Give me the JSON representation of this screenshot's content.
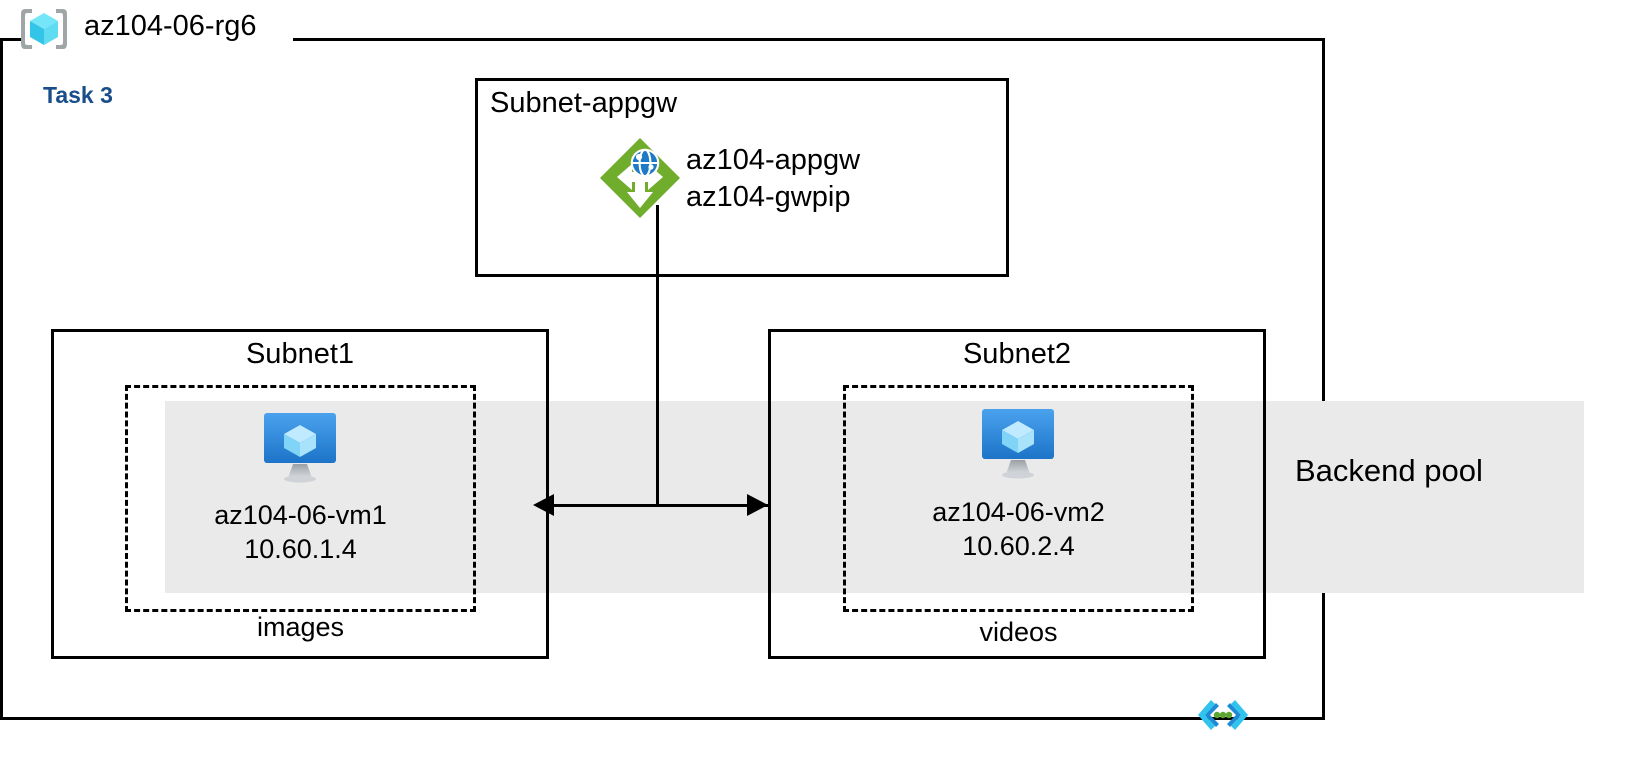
{
  "resource_group": {
    "icon": "resource-group-cube-icon",
    "name": "az104-06-rg6"
  },
  "task": {
    "label": "Task 3"
  },
  "backend_pool": {
    "label": "Backend pool",
    "band_color": "#eaeaea"
  },
  "subnets": [
    {
      "id": "subnet-appgw",
      "title": "Subnet-appgw",
      "resources": [
        {
          "icon": "application-gateway-icon",
          "lines": [
            "az104-appgw",
            "az104-gwpip"
          ]
        }
      ]
    },
    {
      "id": "subnet1",
      "title": "Subnet1",
      "pool_tag": "images",
      "vm": {
        "icon": "virtual-machine-icon",
        "name": "az104-06-vm1",
        "ip": "10.60.1.4"
      }
    },
    {
      "id": "subnet2",
      "title": "Subnet2",
      "pool_tag": "videos",
      "vm": {
        "icon": "virtual-machine-icon",
        "name": "az104-06-vm2",
        "ip": "10.60.2.4"
      }
    }
  ],
  "appgw_labels": {
    "line1": "az104-appgw",
    "line2": "az104-gwpip"
  },
  "footer": {
    "icon": "code-template-icon"
  },
  "colors": {
    "task_blue": "#1a4e8a",
    "appgw_green": "#70ad2d",
    "vm_blue": "#3b8fe0",
    "rg_cube_cyan": "#50d9f0",
    "code_icon_cyan": "#2fc3ee",
    "code_icon_blue": "#1f8ad4",
    "code_icon_green": "#5aa630",
    "line_black": "#000000"
  }
}
